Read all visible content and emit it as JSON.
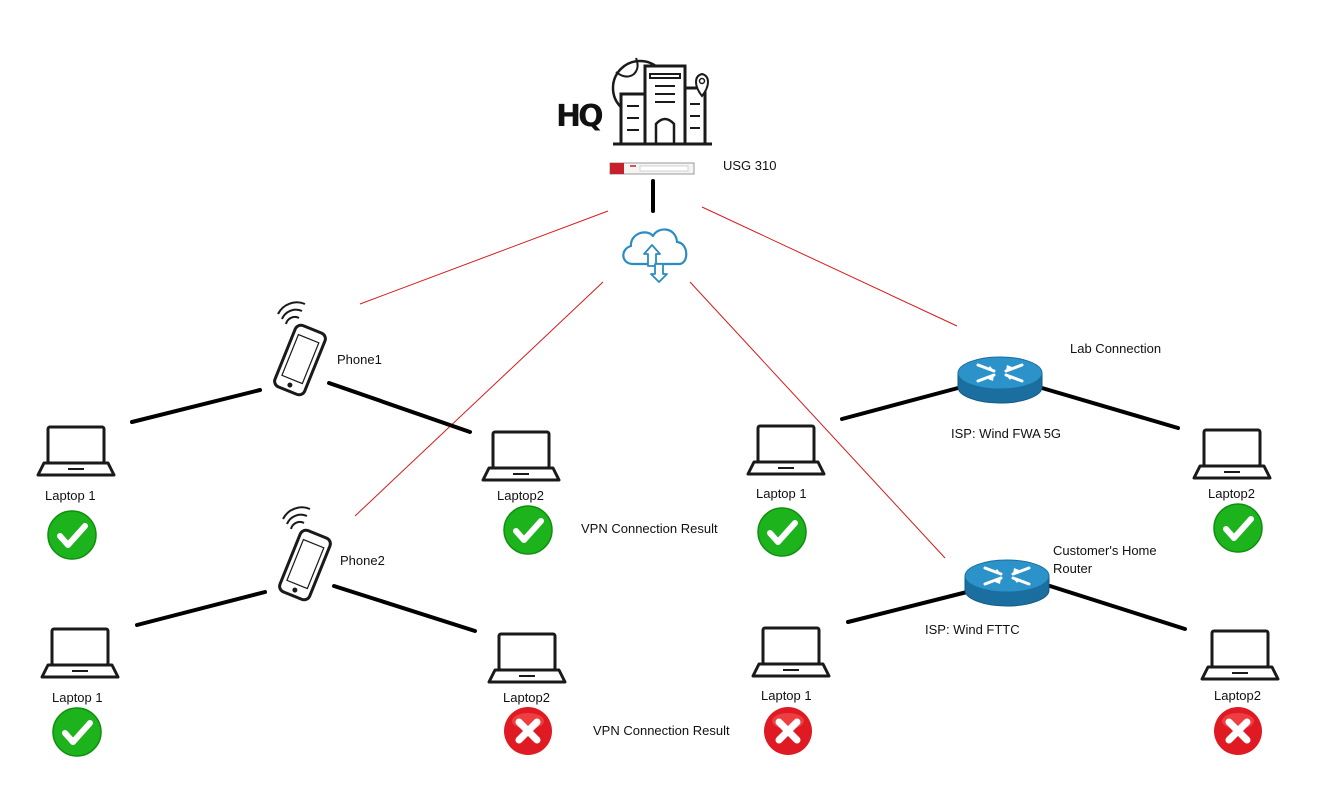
{
  "hq": {
    "logo_text": "HQ",
    "firewall_label": "USG 310"
  },
  "phone1": {
    "label": "Phone1",
    "laptop1": "Laptop 1",
    "laptop2": "Laptop2"
  },
  "phone2": {
    "label": "Phone2",
    "laptop1": "Laptop 1",
    "laptop2": "Laptop2"
  },
  "lab": {
    "title": "Lab Connection",
    "router_label": "ISP: Wind FWA 5G",
    "laptop1": "Laptop 1",
    "laptop2": "Laptop2"
  },
  "home": {
    "title": "Customer's Home Router",
    "router_label": "ISP: Wind FTTC",
    "laptop1": "Laptop 1",
    "laptop2": "Laptop2"
  },
  "results": {
    "row1_label": "VPN Connection Result",
    "row2_label": "VPN Connection Result"
  },
  "status": {
    "phone1_laptop1": "success",
    "phone1_laptop2": "success",
    "phone2_laptop1": "success",
    "phone2_laptop2": "fail",
    "lab_laptop1": "success",
    "lab_laptop2": "success",
    "home_laptop1": "fail",
    "home_laptop2": "fail"
  },
  "colors": {
    "success": "#1db31d",
    "fail": "#e01a22",
    "vpn_tunnel": "#d61c1c",
    "link": "#000000",
    "router": "#1e88bd",
    "cloud": "#2a8cc0"
  },
  "icons": {
    "site": "office-building-icon",
    "firewall": "firewall-appliance-icon",
    "internet": "internet-cloud-icon",
    "phone": "smartphone-hotspot-icon",
    "router": "router-icon",
    "laptop": "laptop-icon",
    "success": "check-icon",
    "fail": "cross-icon"
  }
}
